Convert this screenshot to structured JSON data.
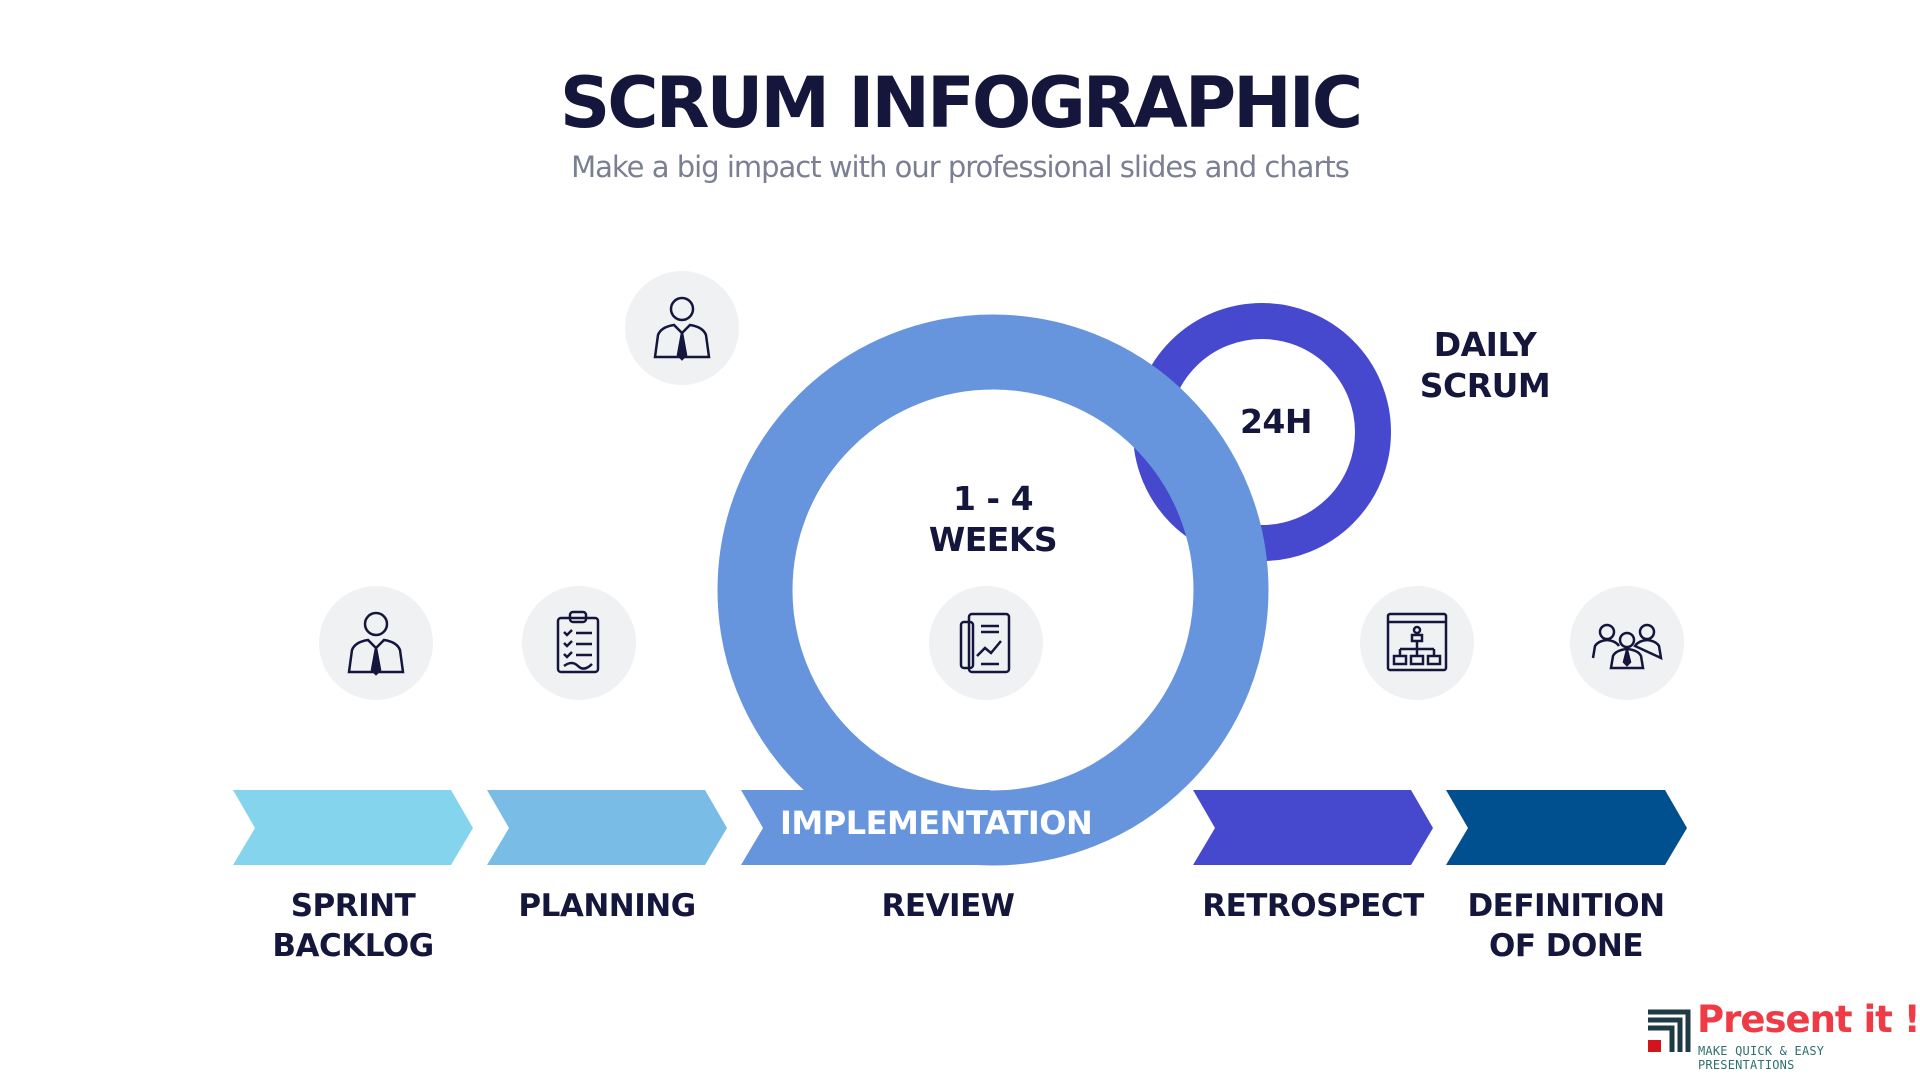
{
  "header": {
    "title": "SCRUM INFOGRAPHIC",
    "subtitle": "Make a big impact with our professional slides and charts"
  },
  "sprint": {
    "duration_line1": "1 - 4",
    "duration_line2": "WEEKS"
  },
  "daily": {
    "duration": "24H",
    "label_line1": "DAILY",
    "label_line2": "SCRUM"
  },
  "steps": [
    {
      "line1": "SPRINT",
      "line2": "BACKLOG",
      "color": "#85d4ee",
      "icon": "businessman-icon"
    },
    {
      "line1": "PLANNING",
      "line2": "",
      "color": "#79bce5",
      "icon": "clipboard-checklist-icon"
    },
    {
      "line1": "REVIEW",
      "line2": "",
      "banner": "IMPLEMENTATION",
      "color": "#6695dd",
      "icon": "report-chart-icon"
    },
    {
      "line1": "RETROSPECT",
      "line2": "",
      "color": "#4649cd",
      "icon": "org-chart-icon"
    },
    {
      "line1": "DEFINITION",
      "line2": "OF DONE",
      "color": "#004f8f",
      "icon": "team-icon"
    }
  ],
  "logo": {
    "name": "Present it !",
    "tagline": "MAKE QUICK & EASY PRESENTATIONS"
  },
  "colors": {
    "ring": "#6695dd",
    "small_ring": "#4649cd",
    "text": "#14163c",
    "icon_bg": "#f0f1f3"
  }
}
